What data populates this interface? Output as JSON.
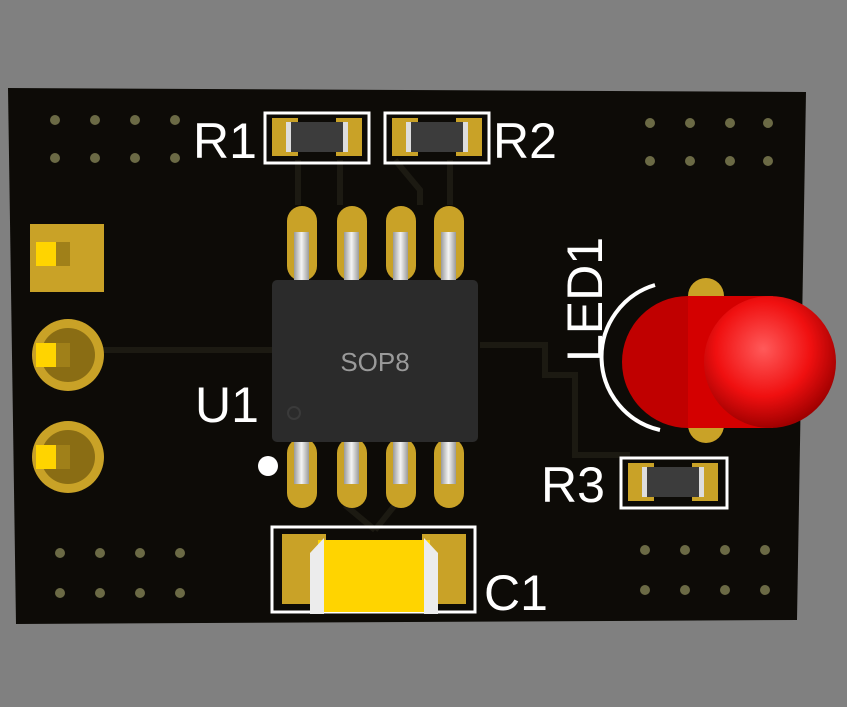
{
  "labels": {
    "r1": "R1",
    "r2": "R2",
    "r3": "R3",
    "u1": "U1",
    "c1": "C1",
    "led1": "LED1",
    "chip": "SOP8"
  },
  "colors": {
    "background": "#808080",
    "board": "#0d0b07",
    "silkscreen": "#ffffff",
    "copper_pad": "#c9a227",
    "led": "#ff1a1a",
    "capacitor": "#ffd400",
    "chip_body": "#2b2b2b"
  }
}
